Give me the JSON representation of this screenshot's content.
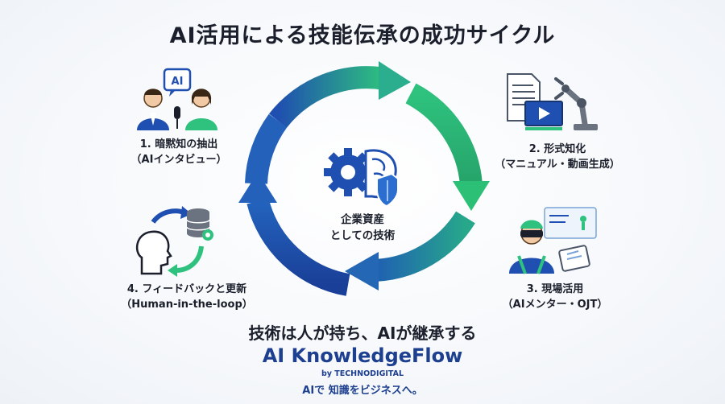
{
  "title": "AI活用による技能伝承の成功サイクル",
  "center": {
    "line1": "企業資産",
    "line2": "としての技術"
  },
  "steps": [
    {
      "line1": "1. 暗黙知の抽出",
      "line2": "（AIインタビュー）",
      "icon": "interview-people-icon",
      "bubble": "AI"
    },
    {
      "line1": "2. 形式知化",
      "line2": "（マニュアル・動画生成）",
      "icon": "document-video-robot-arm-icon"
    },
    {
      "line1": "3. 現場活用",
      "line2": "（AIメンター・OJT）",
      "icon": "worker-vr-tablet-icon"
    },
    {
      "line1": "4. フィードバックと更新",
      "line2": "（Human-in-the-loop）",
      "icon": "feedback-loop-database-icon"
    }
  ],
  "tagline": "技術は人が持ち、AIが継承する",
  "brand": {
    "name": "AI KnowledgeFlow",
    "by": "by TECHNODIGITAL",
    "slogan": "AIで 知識をビジネスへ。"
  },
  "colors": {
    "blue": "#1f4fb0",
    "green": "#2ec27e",
    "navy": "#1d3f8f"
  }
}
